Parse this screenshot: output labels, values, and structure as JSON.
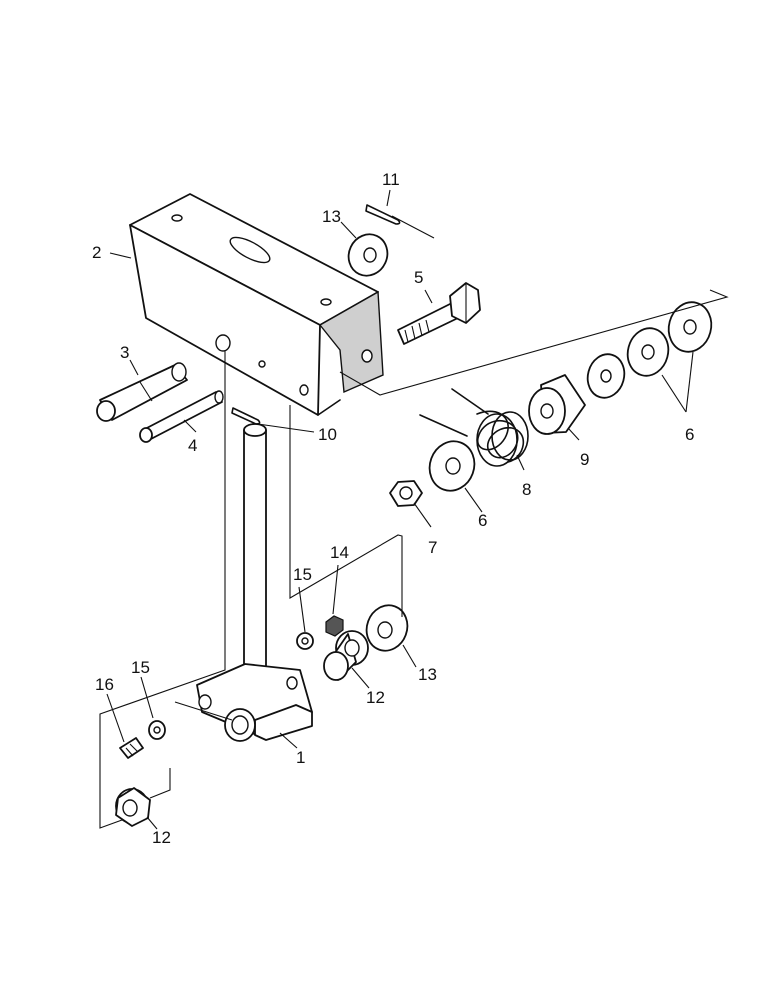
{
  "labels": {
    "p1": "1",
    "p2": "2",
    "p3": "3",
    "p4": "4",
    "p5": "5",
    "p6a": "6",
    "p6b": "6",
    "p7": "7",
    "p8": "8",
    "p9": "9",
    "p10": "10",
    "p11": "11",
    "p12a": "12",
    "p12b": "12",
    "p13a": "13",
    "p13b": "13",
    "p14": "14",
    "p15a": "15",
    "p15b": "15",
    "p16": "16"
  }
}
